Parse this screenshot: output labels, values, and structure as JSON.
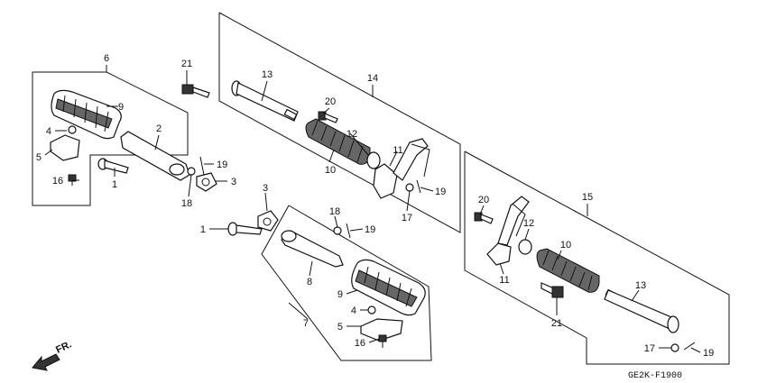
{
  "diagram": {
    "code": "GE2K-F1900",
    "direction": "FR.",
    "labels": {
      "p1a": "1",
      "p1b": "1",
      "p2": "2",
      "p3a": "3",
      "p3b": "3",
      "p4a": "4",
      "p4b": "4",
      "p5a": "5",
      "p5b": "5",
      "p6": "6",
      "p7": "7",
      "p8": "8",
      "p9a": "9",
      "p9b": "9",
      "p10a": "10",
      "p10b": "10",
      "p11a": "11",
      "p11b": "11",
      "p12a": "12",
      "p12b": "12",
      "p13a": "13",
      "p13b": "13",
      "p14": "14",
      "p15": "15",
      "p16a": "16",
      "p16b": "16",
      "p17a": "17",
      "p17b": "17",
      "p18a": "18",
      "p18b": "18",
      "p19a": "19",
      "p19b": "19",
      "p19c": "19",
      "p19d": "19",
      "p20a": "20",
      "p20b": "20",
      "p21a": "21",
      "p21b": "21"
    }
  }
}
